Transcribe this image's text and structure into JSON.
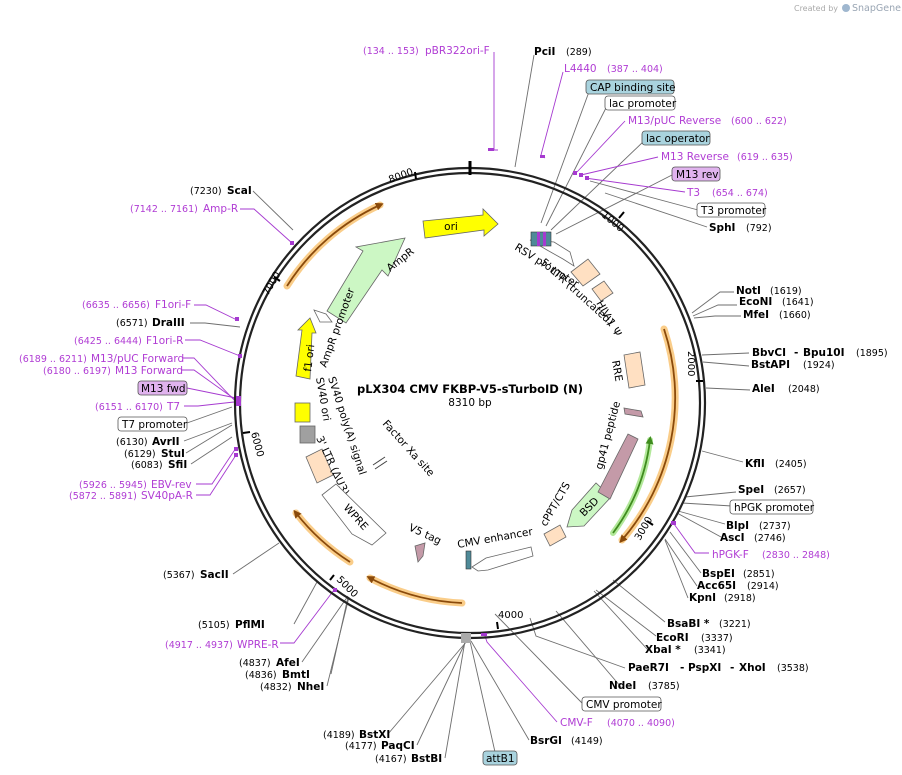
{
  "header": {
    "credit_prefix": "Created by",
    "credit_brand": "SnapGene"
  },
  "plasmid": {
    "name": "pLX304 CMV FKBP-V5-sTurboID (N)",
    "length_label": "8310 bp"
  },
  "ticks": [
    "1000",
    "2000",
    "3000",
    "4000",
    "5000",
    "6000",
    "7000",
    "8000"
  ],
  "enzymes": [
    {
      "id": "PciI",
      "name": "PciI",
      "pos": "(289)"
    },
    {
      "id": "ScaI",
      "name": "ScaI",
      "pos": "(7230)"
    },
    {
      "id": "DraIII",
      "name": "DraIII",
      "pos": "(6571)"
    },
    {
      "id": "SphI",
      "name": "SphI",
      "pos": "(792)"
    },
    {
      "id": "NotI",
      "name": "NotI",
      "pos": "(1619)"
    },
    {
      "id": "EcoNI",
      "name": "EcoNI",
      "pos": "(1641)"
    },
    {
      "id": "MfeI",
      "name": "MfeI",
      "pos": "(1660)"
    },
    {
      "id": "BbvCI",
      "name": "BbvCI",
      "pos": ""
    },
    {
      "id": "Bpu10I",
      "name": "Bpu10I",
      "pos": "(1895)"
    },
    {
      "id": "BstAPI",
      "name": "BstAPI",
      "pos": "(1924)"
    },
    {
      "id": "AleI",
      "name": "AleI",
      "pos": "(2048)"
    },
    {
      "id": "KflI",
      "name": "KflI",
      "pos": "(2405)"
    },
    {
      "id": "SpeI",
      "name": "SpeI",
      "pos": "(2657)"
    },
    {
      "id": "BlpI",
      "name": "BlpI",
      "pos": "(2737)"
    },
    {
      "id": "AscI",
      "name": "AscI",
      "pos": "(2746)"
    },
    {
      "id": "BspEI",
      "name": "BspEI",
      "pos": "(2851)"
    },
    {
      "id": "Acc65I",
      "name": "Acc65I",
      "pos": "(2914)"
    },
    {
      "id": "KpnI",
      "name": "KpnI",
      "pos": "(2918)"
    },
    {
      "id": "BsaBI",
      "name": "BsaBI *",
      "pos": "(3221)"
    },
    {
      "id": "EcoRI",
      "name": "EcoRI",
      "pos": "(3337)"
    },
    {
      "id": "XbaI",
      "name": "XbaI *",
      "pos": "(3341)"
    },
    {
      "id": "PaeR7I",
      "name": "PaeR7I",
      "pos": ""
    },
    {
      "id": "PspXI",
      "name": "PspXI",
      "pos": ""
    },
    {
      "id": "XhoI",
      "name": "XhoI",
      "pos": "(3538)"
    },
    {
      "id": "NdeI",
      "name": "NdeI",
      "pos": "(3785)"
    },
    {
      "id": "BsrGI",
      "name": "BsrGI",
      "pos": "(4149)"
    },
    {
      "id": "BstBI",
      "name": "BstBI",
      "pos": "(4167)"
    },
    {
      "id": "PaqCI",
      "name": "PaqCI",
      "pos": "(4177)"
    },
    {
      "id": "BstXI",
      "name": "BstXI",
      "pos": "(4189)"
    },
    {
      "id": "NheI",
      "name": "NheI",
      "pos": "(4832)"
    },
    {
      "id": "BmtI",
      "name": "BmtI",
      "pos": "(4836)"
    },
    {
      "id": "AfeI",
      "name": "AfeI",
      "pos": "(4837)"
    },
    {
      "id": "PflMI",
      "name": "PflMI",
      "pos": "(5105)"
    },
    {
      "id": "SacII",
      "name": "SacII",
      "pos": "(5367)"
    },
    {
      "id": "SfiI",
      "name": "SfiI",
      "pos": "(6083)"
    },
    {
      "id": "StuI",
      "name": "StuI",
      "pos": "(6129)"
    },
    {
      "id": "AvrII",
      "name": "AvrII",
      "pos": "(6130)"
    }
  ],
  "primers": [
    {
      "id": "pBR322ori-F",
      "name": "pBR322ori-F",
      "pos": "(134 .. 153)"
    },
    {
      "id": "L4440",
      "name": "L4440",
      "pos": "(387 .. 404)"
    },
    {
      "id": "M13-pUC-Reverse",
      "name": "M13/pUC Reverse",
      "pos": "(600 .. 622)"
    },
    {
      "id": "M13-Reverse",
      "name": "M13 Reverse",
      "pos": "(619 .. 635)"
    },
    {
      "id": "T3",
      "name": "T3",
      "pos": "(654 .. 674)"
    },
    {
      "id": "Amp-R",
      "name": "Amp-R",
      "pos": "(7142 .. 7161)"
    },
    {
      "id": "F1ori-F",
      "name": "F1ori-F",
      "pos": "(6635 .. 6656)"
    },
    {
      "id": "F1ori-R",
      "name": "F1ori-R",
      "pos": "(6425 .. 6444)"
    },
    {
      "id": "M13-pUC-Forward",
      "name": "M13/pUC Forward",
      "pos": "(6189 .. 6211)"
    },
    {
      "id": "M13-Forward",
      "name": "M13 Forward",
      "pos": "(6180 .. 6197)"
    },
    {
      "id": "T7",
      "name": "T7",
      "pos": "(6151 .. 6170)"
    },
    {
      "id": "EBV-rev",
      "name": "EBV-rev",
      "pos": "(5926 .. 5945)"
    },
    {
      "id": "SV40pA-R",
      "name": "SV40pA-R",
      "pos": "(5872 .. 5891)"
    },
    {
      "id": "hPGK-F",
      "name": "hPGK-F",
      "pos": "(2830 .. 2848)"
    },
    {
      "id": "WPRE-R",
      "name": "WPRE-R",
      "pos": "(4917 .. 4937)"
    },
    {
      "id": "CMV-F",
      "name": "CMV-F",
      "pos": "(4070 .. 4090)"
    }
  ],
  "boxes": [
    {
      "id": "cap-binding-site",
      "label": "CAP binding site",
      "fill": "#a9d3de"
    },
    {
      "id": "lac-promoter",
      "label": "lac promoter",
      "fill": "#ffffff"
    },
    {
      "id": "lac-operator",
      "label": "lac operator",
      "fill": "#a9d3de"
    },
    {
      "id": "m13-rev",
      "label": "M13 rev",
      "fill": "#e0b3ee"
    },
    {
      "id": "t3-promoter",
      "label": "T3 promoter",
      "fill": "#ffffff"
    },
    {
      "id": "hpgk-promoter",
      "label": "hPGK promoter",
      "fill": "#ffffff"
    },
    {
      "id": "m13-fwd",
      "label": "M13 fwd",
      "fill": "#e0b3ee"
    },
    {
      "id": "t7-promoter",
      "label": "T7 promoter",
      "fill": "#ffffff"
    },
    {
      "id": "cmv-promoter",
      "label": "CMV promoter",
      "fill": "#ffffff"
    },
    {
      "id": "attb1",
      "label": "attB1",
      "fill": "#a9d3de"
    }
  ],
  "features": [
    {
      "id": "ori",
      "label": "ori",
      "fill": "#ffff00"
    },
    {
      "id": "ampr",
      "label": "AmpR",
      "fill": "#ccf7c4"
    },
    {
      "id": "ampr-promoter",
      "label": "AmpR promoter",
      "fill": "#ffffff"
    },
    {
      "id": "f1-ori",
      "label": "f1 ori",
      "fill": "#ffff00"
    },
    {
      "id": "sv40-ori",
      "label": "SV40 ori",
      "fill": "#ffff00"
    },
    {
      "id": "sv40-polya",
      "label": "SV40 poly(A) signal",
      "fill": "#a0a0a0"
    },
    {
      "id": "ltr3",
      "label": "3' LTR (ΔU3)",
      "fill": "#ffe0c2"
    },
    {
      "id": "factor-xa",
      "label": "Factor Xa site",
      "fill": "#ffffff"
    },
    {
      "id": "wpre",
      "label": "WPRE",
      "fill": "#ffffff"
    },
    {
      "id": "v5-tag",
      "label": "V5 tag",
      "fill": "#c49aa8"
    },
    {
      "id": "cmv-enhancer",
      "label": "CMV enhancer",
      "fill": "#ffffff"
    },
    {
      "id": "cppt",
      "label": "cPPT/CTS",
      "fill": "#ffe0c2"
    },
    {
      "id": "bsd",
      "label": "BSD",
      "fill": "#ccf7c4"
    },
    {
      "id": "gp41",
      "label": "gp41 peptide",
      "fill": "#c49aa8"
    },
    {
      "id": "rre",
      "label": "RRE",
      "fill": "#ffe0c2"
    },
    {
      "id": "hiv1-psi",
      "label": "HIV-1 Ψ",
      "fill": "#ffe0c2"
    },
    {
      "id": "ltr5",
      "label": "5' LTR (truncated)",
      "fill": "#ffe0c2"
    },
    {
      "id": "rsv-promoter",
      "label": "RSV promoter",
      "fill": "#ffffff"
    }
  ],
  "colors": {
    "backbone": "#222222",
    "orf_arc": "#f6a428",
    "orf_arrow": "#8a4a0b",
    "primer": "#a63ad0",
    "leader_line": "#6e6e6e"
  }
}
